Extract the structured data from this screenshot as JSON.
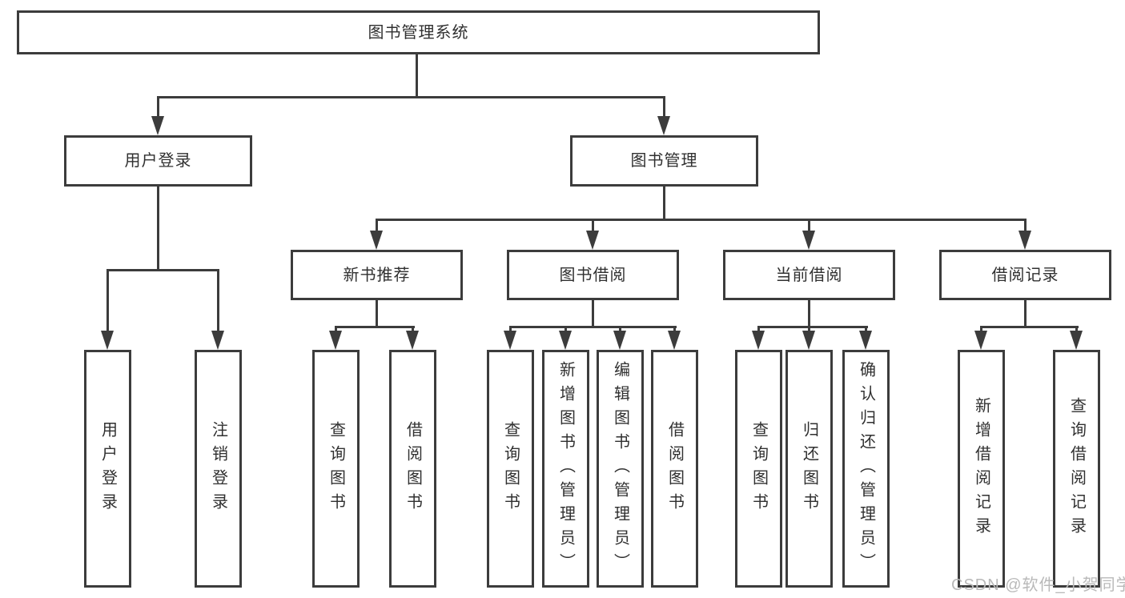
{
  "diagram": {
    "type": "hierarchy",
    "tree": {
      "label": "图书管理系统",
      "children": [
        {
          "label": "用户登录",
          "children": [
            {
              "label": "用户登录"
            },
            {
              "label": "注销登录"
            }
          ]
        },
        {
          "label": "图书管理",
          "children": [
            {
              "label": "新书推荐",
              "children": [
                {
                  "label": "查询图书"
                },
                {
                  "label": "借阅图书"
                }
              ]
            },
            {
              "label": "图书借阅",
              "children": [
                {
                  "label": "查询图书"
                },
                {
                  "label": "新增图书（管理员）"
                },
                {
                  "label": "编辑图书（管理员）"
                },
                {
                  "label": "借阅图书"
                }
              ]
            },
            {
              "label": "当前借阅",
              "children": [
                {
                  "label": "查询图书"
                },
                {
                  "label": "归还图书"
                },
                {
                  "label": "确认归还（管理员）"
                }
              ]
            },
            {
              "label": "借阅记录",
              "children": [
                {
                  "label": "新增借阅记录"
                },
                {
                  "label": "查询借阅记录"
                }
              ]
            }
          ]
        }
      ]
    },
    "watermark": "CSDN @软件_小贺同学",
    "colors": {
      "line": "#3c3c3c",
      "text": "#303030",
      "background": "#ffffff",
      "watermark": "#b9b9b9"
    }
  }
}
